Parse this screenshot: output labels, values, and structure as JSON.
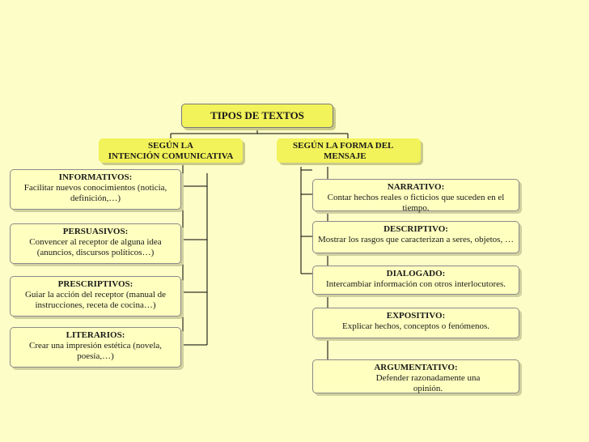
{
  "root": {
    "label": "TIPOS DE TEXTOS"
  },
  "branches": [
    {
      "line1": "SEGÚN LA",
      "line2": "INTENCIÓN COMUNICATIVA",
      "items": [
        {
          "title": "INFORMATIVOS:",
          "desc": "Facilitar nuevos conocimientos (noticia, definición,…)"
        },
        {
          "title": "PERSUASIVOS:",
          "desc": "Convencer al receptor de alguna idea (anuncios, discursos políticos…)"
        },
        {
          "title": "PRESCRIPTIVOS:",
          "desc": "Guiar la acción del receptor (manual de instrucciones, receta de cocina…)"
        },
        {
          "title": "LITERARIOS:",
          "desc": "Crear una impresión estética (novela, poesía,…)"
        }
      ]
    },
    {
      "line1": "SEGÚN LA FORMA DEL",
      "line2": "MENSAJE",
      "items": [
        {
          "title": "NARRATIVO:",
          "desc": "Contar hechos reales o ficticios que suceden en el tiempo."
        },
        {
          "title": "DESCRIPTIVO:",
          "desc": "Mostrar los rasgos que caracterizan a seres, objetos, …"
        },
        {
          "title": "DIALOGADO:",
          "desc": "Intercambiar información con otros interlocutores."
        },
        {
          "title": "EXPOSITIVO:",
          "desc": "Explicar hechos, conceptos o fenómenos."
        },
        {
          "title": "ARGUMENTATIVO:",
          "desc": "Defender razonadamente una opinión."
        }
      ]
    }
  ]
}
